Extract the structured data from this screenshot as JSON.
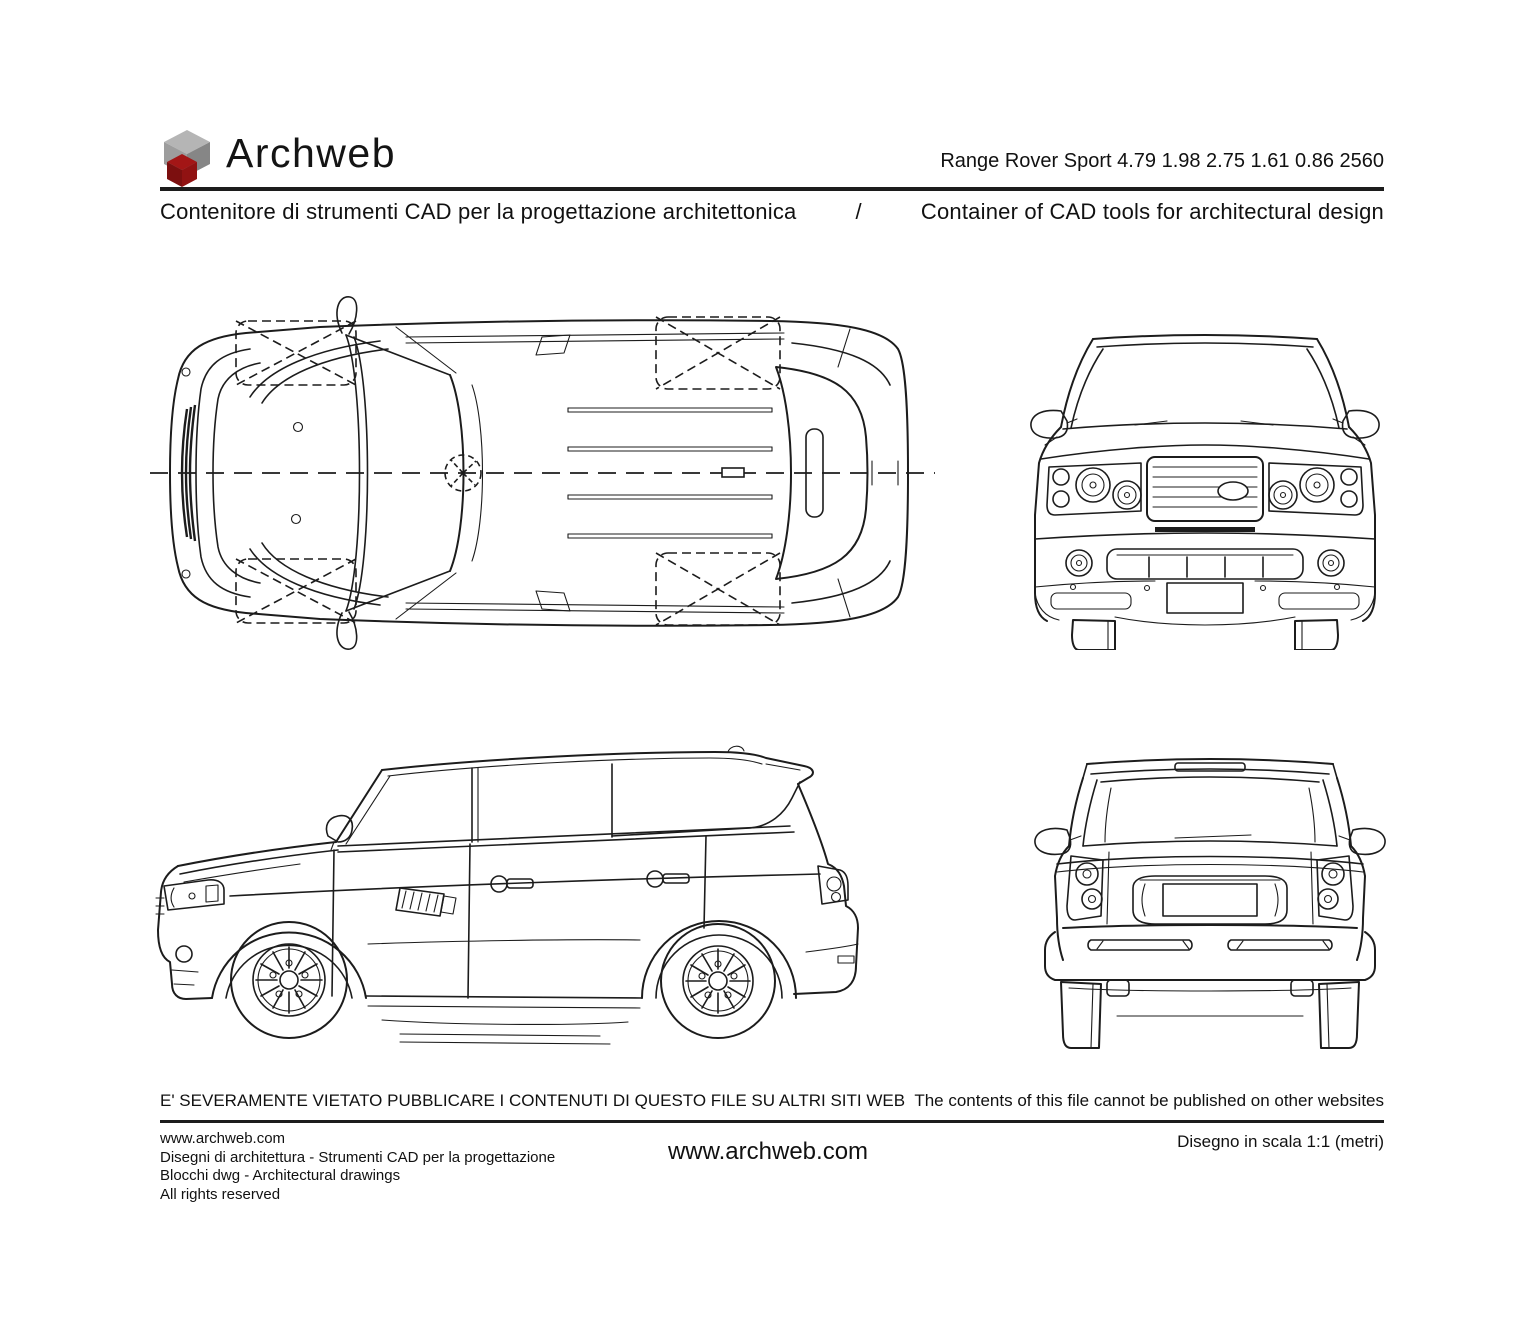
{
  "colors": {
    "ink": "#1c1c1c",
    "paper": "#ffffff",
    "logo_gray_top": "#b5b5b5",
    "logo_gray_left": "#9d9d9d",
    "logo_gray_right": "#868686",
    "logo_red_top": "#a31616",
    "logo_red_left": "#7c0f0f",
    "logo_red_right": "#911212"
  },
  "header": {
    "logo_text": "Archweb",
    "model_specs": "Range Rover Sport 4.79 1.98 2.75 1.61 0.86 2560",
    "subtitle_it": "Contenitore di strumenti CAD per la progettazione architettonica",
    "subtitle_sep": "/",
    "subtitle_en": "Container of CAD tools for architectural design"
  },
  "drawings": {
    "top_view": "car-top-plan-view",
    "front_view": "car-front-view",
    "side_view": "car-side-view",
    "rear_view": "car-rear-view"
  },
  "notice": {
    "it": "E' SEVERAMENTE VIETATO PUBBLICARE I CONTENUTI DI QUESTO FILE SU ALTRI SITI WEB",
    "en": "The contents of this file cannot be published on other websites"
  },
  "footer": {
    "site": "www.archweb.com",
    "tagline_it": "Disegni di architettura - Strumenti CAD  per la progettazione",
    "tagline_en": "Blocchi dwg - Architectural drawings",
    "rights": "All rights reserved",
    "site_center": "www.archweb.com",
    "scale_note": "Disegno in scala 1:1 (metri)"
  }
}
